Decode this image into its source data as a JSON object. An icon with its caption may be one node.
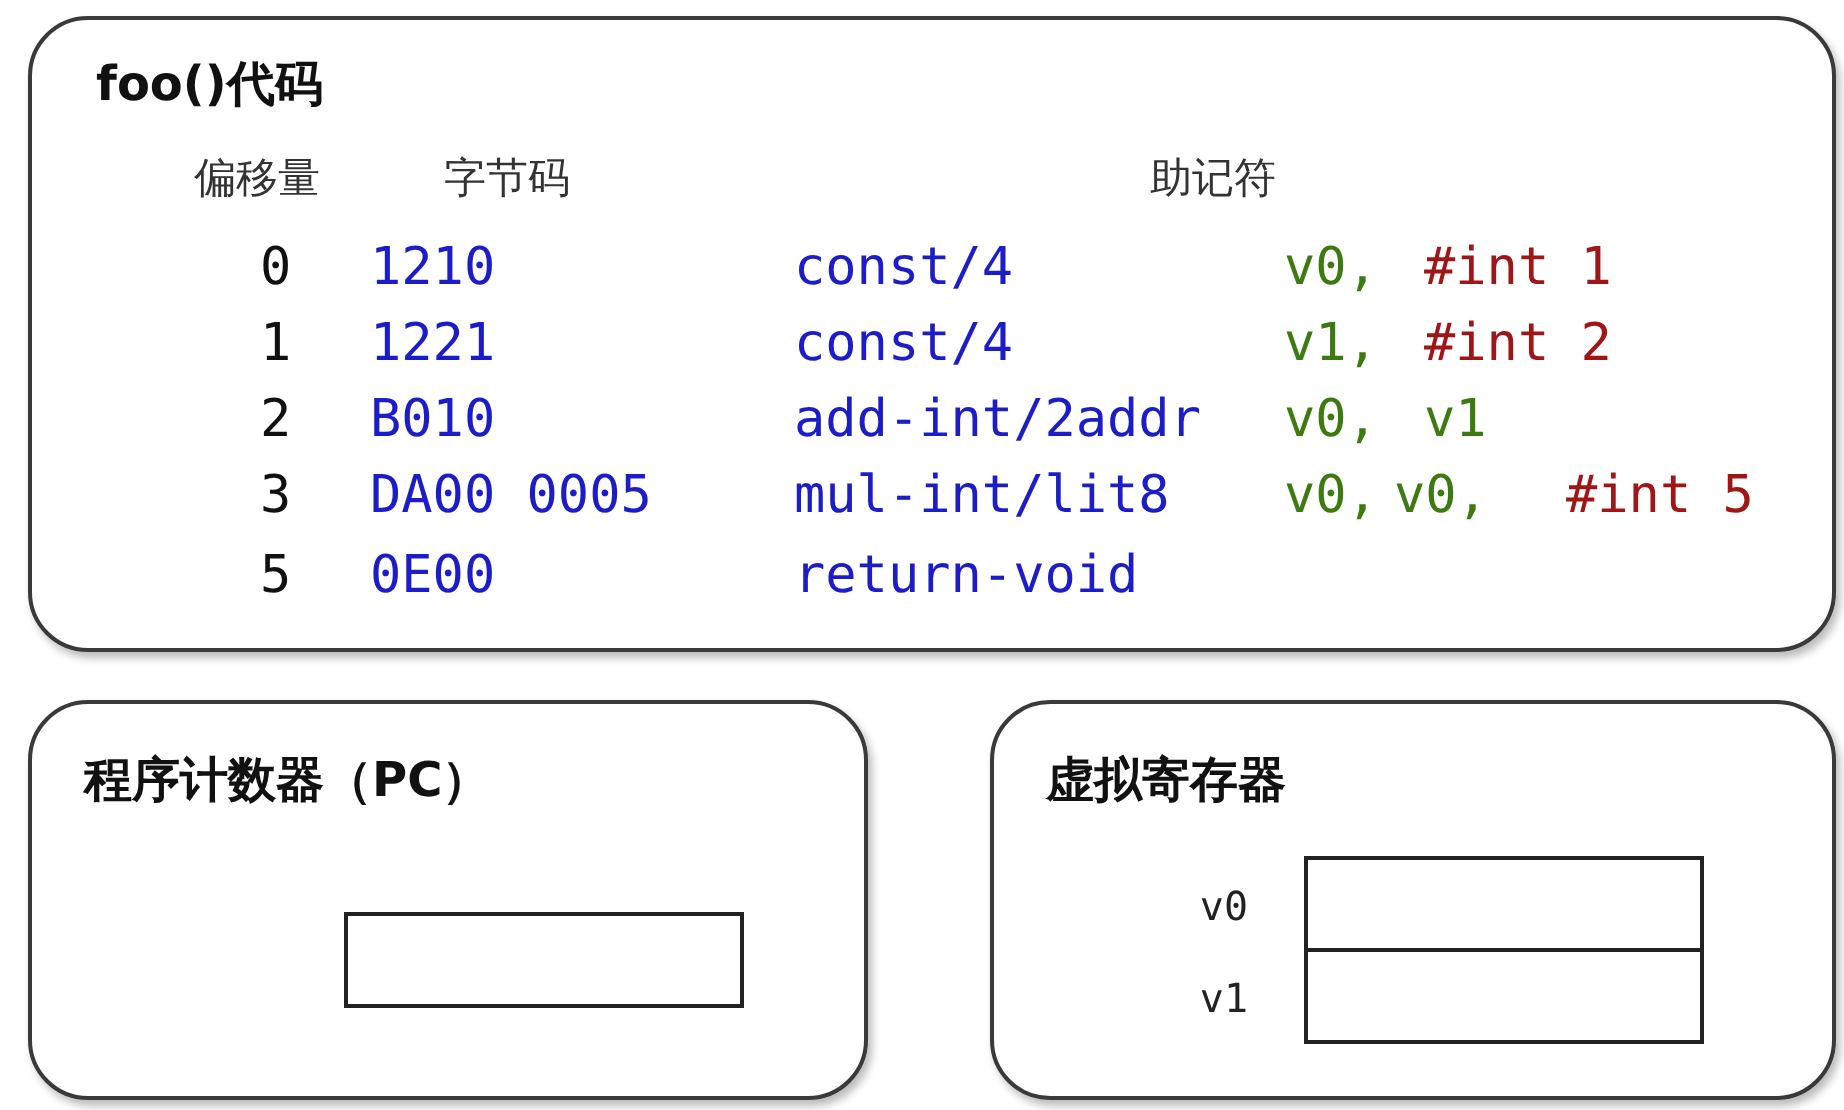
{
  "diagram": {
    "nodes": [
      {
        "text": [
          "foo()代码"
        ]
      },
      {
        "text": [
          "程序计数器（PC）"
        ]
      },
      {
        "text": [],
        "shape": "box",
        "in": 1
      },
      {
        "text": [
          "虚拟寄存器"
        ]
      },
      {
        "text": [],
        "shape": "box",
        "in": 3,
        "beside": [
          "v0"
        ]
      },
      {
        "text": [],
        "shape": "box",
        "in": 3,
        "beside": [
          "v1"
        ]
      }
    ],
    "edges": [],
    "labels": [
      "偏移量",
      "字节码",
      "助记符",
      "0",
      "1210",
      "const/4",
      "v0,",
      "#int 1",
      "1",
      "1221",
      "const/4",
      "v1,",
      "#int 2",
      "2",
      "B010",
      "add-int/2addr",
      "v0,",
      "v1",
      "3",
      "DA00 0005",
      "mul-int/lit8",
      "v0,",
      "v0,",
      "#int 5",
      "5",
      "0E00",
      "return-void"
    ]
  }
}
